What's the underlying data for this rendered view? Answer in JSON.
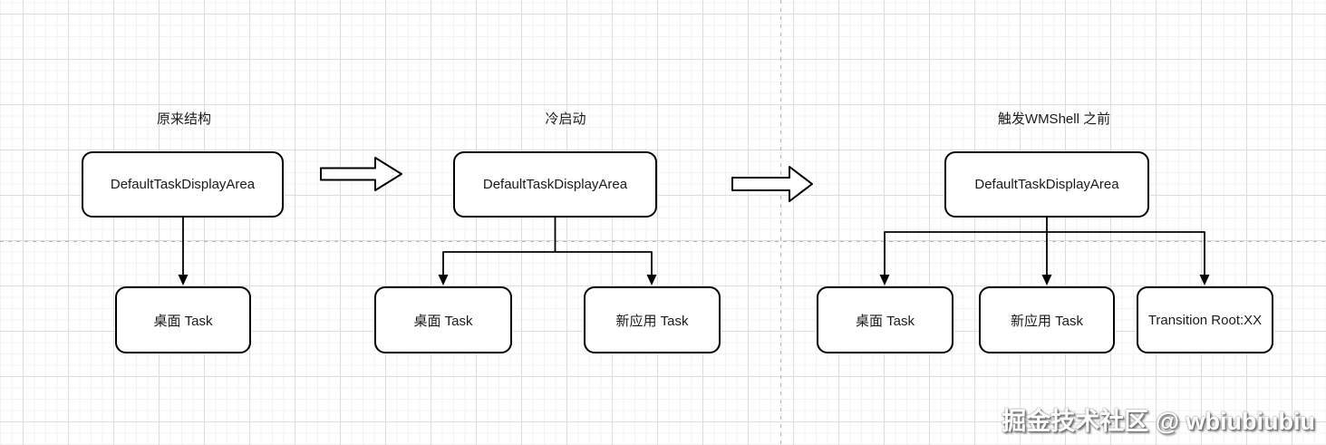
{
  "diagram": {
    "sections": [
      {
        "title": "原来结构",
        "root_label": "DefaultTaskDisplayArea",
        "children": [
          {
            "label": "桌面 Task"
          }
        ]
      },
      {
        "title": "冷启动",
        "root_label": "DefaultTaskDisplayArea",
        "children": [
          {
            "label": "桌面 Task"
          },
          {
            "label": "新应用 Task"
          }
        ]
      },
      {
        "title": "触发WMShell 之前",
        "root_label": "DefaultTaskDisplayArea",
        "children": [
          {
            "label": "桌面 Task"
          },
          {
            "label": "新应用 Task"
          },
          {
            "label": "Transition Root:XX"
          }
        ]
      }
    ]
  },
  "watermark": "掘金技术社区 @ wbiubiubiu",
  "colors": {
    "node_border": "#000000",
    "node_fill": "#ffffff",
    "text": "#1a1a1a",
    "grid_minor": "#f3f3f3",
    "grid_major": "#dddddd",
    "divider": "#b3b3b3",
    "edge": "#000000"
  }
}
